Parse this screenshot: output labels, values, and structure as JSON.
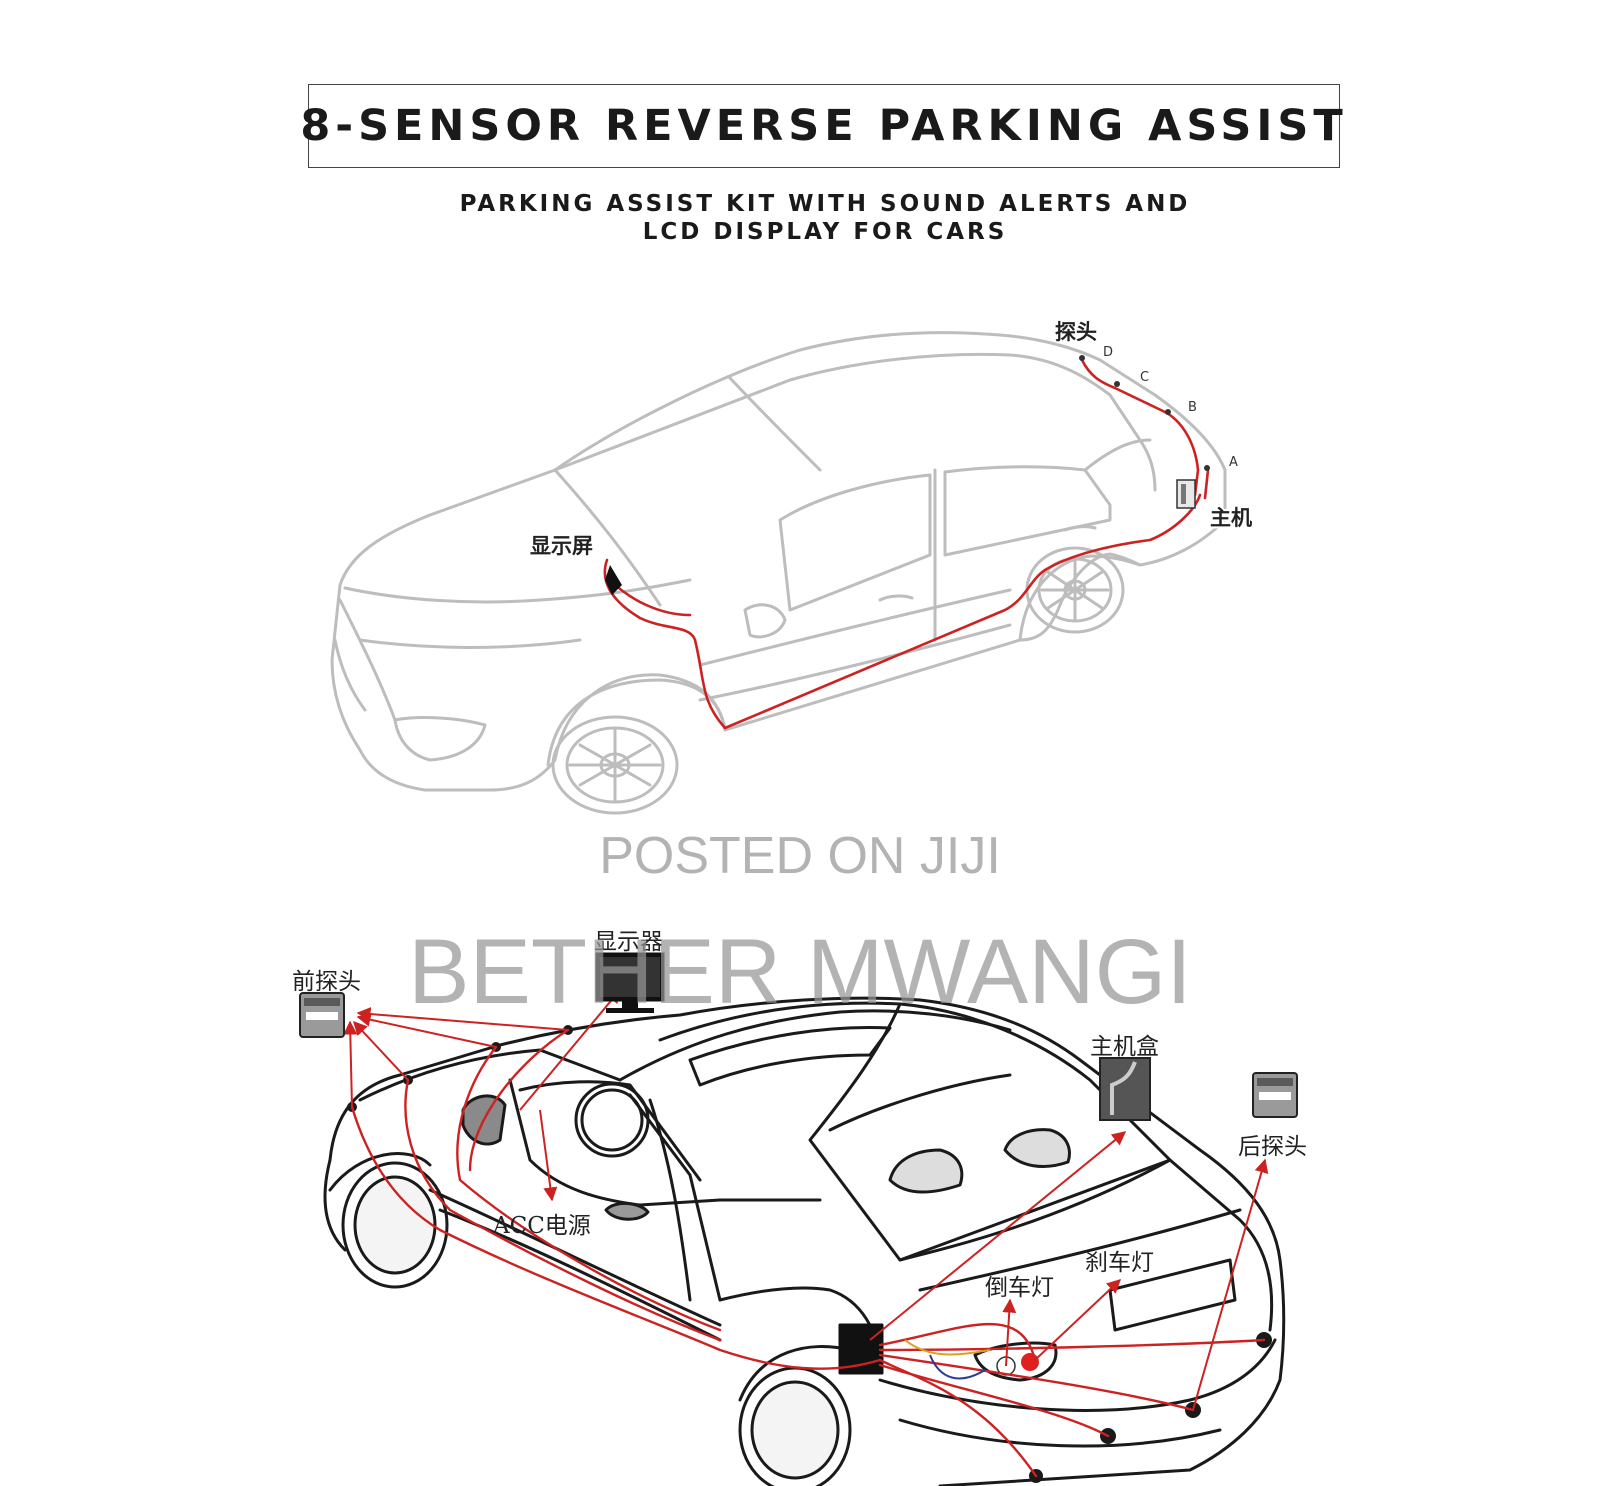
{
  "header": {
    "title": "8-SENSOR REVERSE PARKING ASSIST",
    "subtitle_line1": "PARKING ASSIST KIT WITH SOUND ALERTS AND",
    "subtitle_line2": "LCD DISPLAY FOR CARS"
  },
  "diagram_top": {
    "label_probe": "探头",
    "label_display": "显示屏",
    "label_main_unit": "主机",
    "sensors": [
      "A",
      "B",
      "C",
      "D"
    ]
  },
  "diagram_bottom": {
    "label_front_probe": "前探头",
    "label_monitor": "显示器",
    "label_control_box": "主机盒",
    "label_rear_probe": "后探头",
    "label_acc_power": "ACC电源",
    "label_reverse_light": "倒车灯",
    "label_brake_light": "刹车灯"
  },
  "watermark": {
    "line1": "POSTED ON JIJI",
    "line2": "BETHER MWANGI"
  },
  "colors": {
    "wire": "#cc2222",
    "car_outline_top": "#bdbdbd",
    "car_outline_bottom": "#1a1a1a"
  }
}
